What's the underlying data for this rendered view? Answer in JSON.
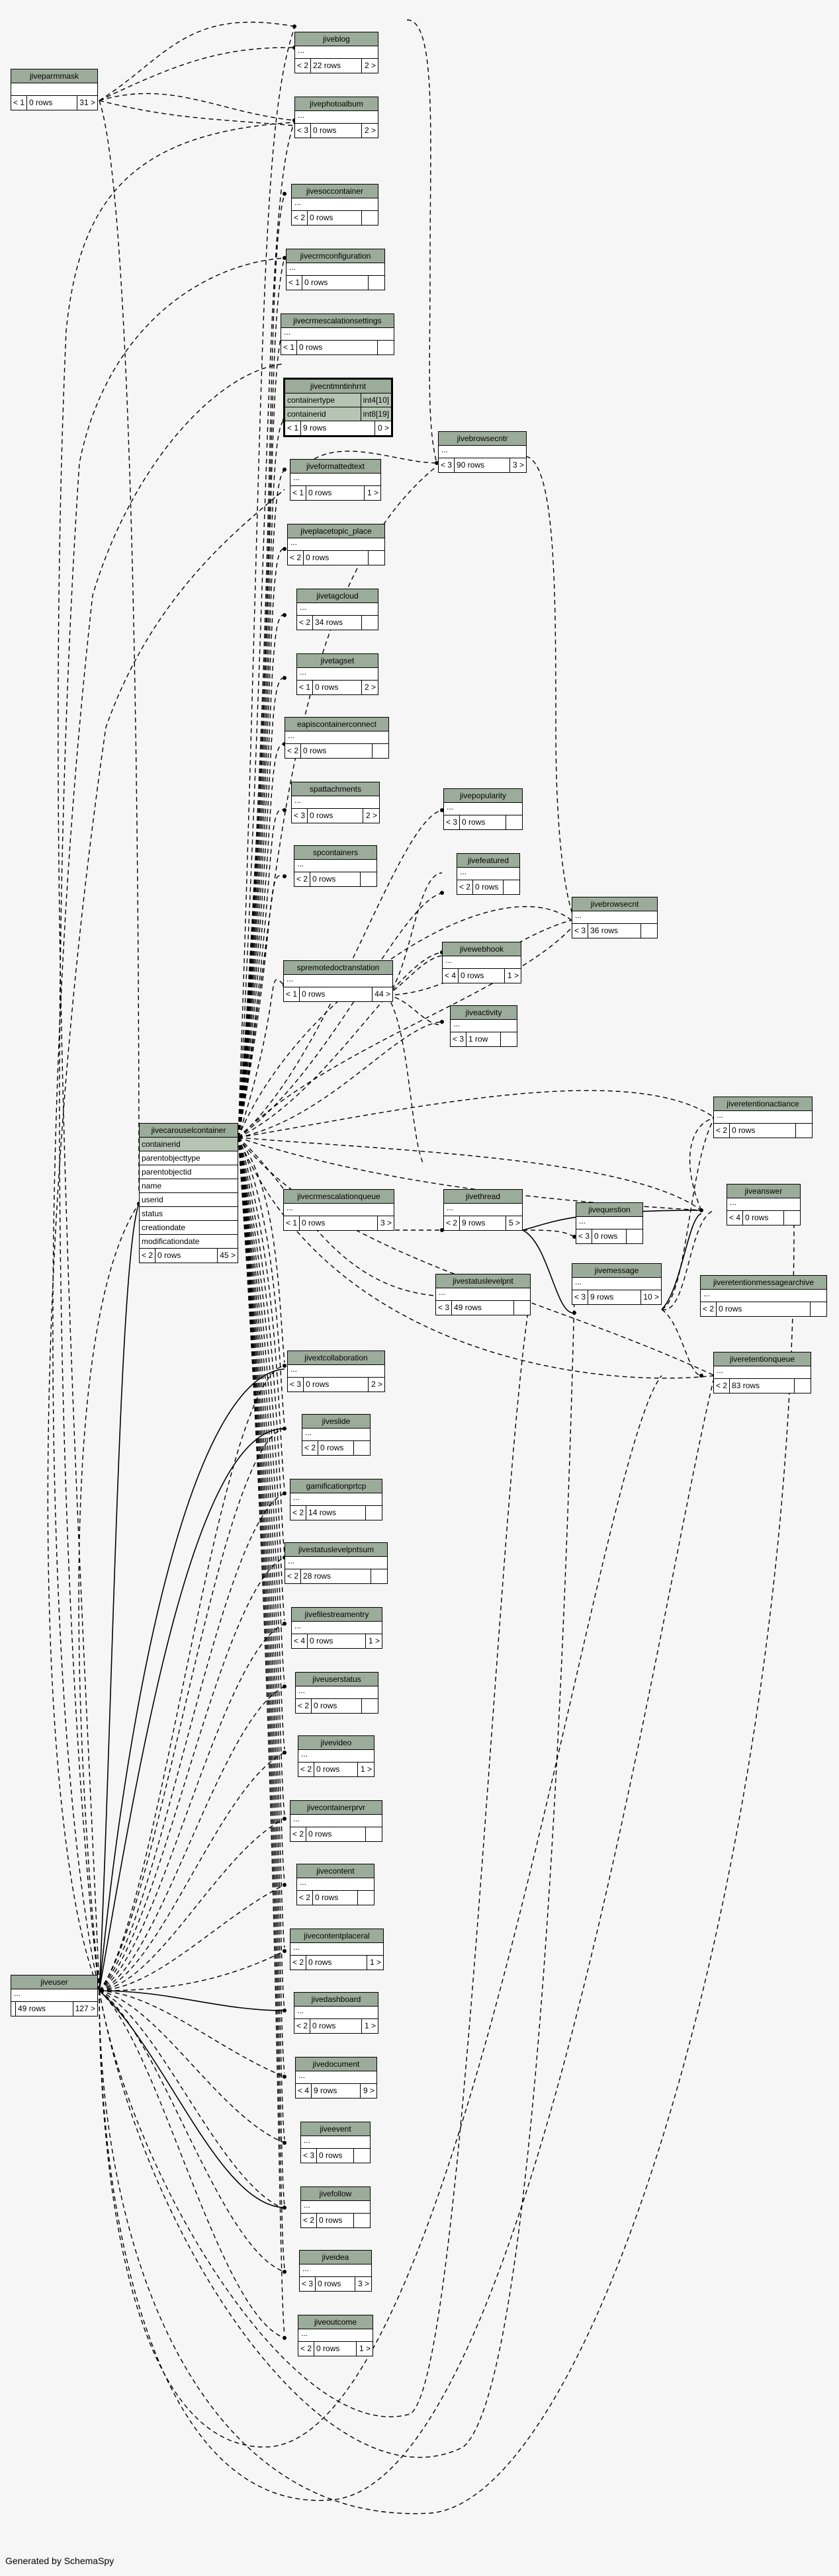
{
  "footer": "Generated by SchemaSpy",
  "tables": [
    {
      "name": "jiveparmmask",
      "parents": "< 1",
      "rows": "0 rows",
      "children": "31 >"
    },
    {
      "name": "jiveblog",
      "parents": "< 2",
      "rows": "22 rows",
      "children": "2 >"
    },
    {
      "name": "jivephotoalbum",
      "parents": "< 3",
      "rows": "0 rows",
      "children": "2 >"
    },
    {
      "name": "jivesoccontainer",
      "parents": "< 2",
      "rows": "0 rows",
      "children": ""
    },
    {
      "name": "jivecrmconfiguration",
      "parents": "< 1",
      "rows": "0 rows",
      "children": ""
    },
    {
      "name": "jivecrmescalationsettings",
      "parents": "< 1",
      "rows": "0 rows",
      "children": ""
    },
    {
      "name": "jivecntmntinhrnt",
      "parents": "< 1",
      "rows": "9 rows",
      "children": "0 >",
      "columns": [
        {
          "name": "containertype",
          "type": "int4[10]"
        },
        {
          "name": "containerid",
          "type": "int8[19]"
        }
      ]
    },
    {
      "name": "jivebrowsecntr",
      "parents": "< 3",
      "rows": "90 rows",
      "children": "3 >"
    },
    {
      "name": "jiveformattedtext",
      "parents": "< 1",
      "rows": "0 rows",
      "children": "1 >"
    },
    {
      "name": "jiveplacetopic_place",
      "parents": "< 2",
      "rows": "0 rows",
      "children": ""
    },
    {
      "name": "jivetagcloud",
      "parents": "< 2",
      "rows": "34 rows",
      "children": ""
    },
    {
      "name": "jivetagset",
      "parents": "< 1",
      "rows": "0 rows",
      "children": "2 >"
    },
    {
      "name": "eapiscontainerconnect",
      "parents": "< 2",
      "rows": "0 rows",
      "children": ""
    },
    {
      "name": "spattachments",
      "parents": "< 3",
      "rows": "0 rows",
      "children": "2 >"
    },
    {
      "name": "jivepopularity",
      "parents": "< 3",
      "rows": "0 rows",
      "children": ""
    },
    {
      "name": "spcontainers",
      "parents": "< 2",
      "rows": "0 rows",
      "children": ""
    },
    {
      "name": "jivefeatured",
      "parents": "< 2",
      "rows": "0 rows",
      "children": ""
    },
    {
      "name": "jivebrowsecnt",
      "parents": "< 3",
      "rows": "36 rows",
      "children": ""
    },
    {
      "name": "spremotedoctranslation",
      "parents": "< 1",
      "rows": "0 rows",
      "children": "44 >"
    },
    {
      "name": "jivewebhook",
      "parents": "< 4",
      "rows": "0 rows",
      "children": "1 >"
    },
    {
      "name": "jiveactivity",
      "parents": "< 3",
      "rows": "1 row",
      "children": ""
    },
    {
      "name": "jiveretentionactiance",
      "parents": "< 2",
      "rows": "0 rows",
      "children": ""
    },
    {
      "name": "jivecarouselcontainer",
      "parents": "< 2",
      "rows": "0 rows",
      "children": "45 >",
      "columns": [
        {
          "name": "containerid",
          "type": ""
        },
        {
          "name": "parentobjecttype",
          "type": ""
        },
        {
          "name": "parentobjectid",
          "type": ""
        },
        {
          "name": "name",
          "type": ""
        },
        {
          "name": "userid",
          "type": ""
        },
        {
          "name": "status",
          "type": ""
        },
        {
          "name": "creationdate",
          "type": ""
        },
        {
          "name": "modificationdate",
          "type": ""
        }
      ]
    },
    {
      "name": "jivecrmescalationqueue",
      "parents": "< 1",
      "rows": "0 rows",
      "children": "3 >"
    },
    {
      "name": "jivethread",
      "parents": "< 2",
      "rows": "9 rows",
      "children": "5 >"
    },
    {
      "name": "jivequestion",
      "parents": "< 3",
      "rows": "0 rows",
      "children": ""
    },
    {
      "name": "jiveanswer",
      "parents": "< 4",
      "rows": "0 rows",
      "children": ""
    },
    {
      "name": "jivemessage",
      "parents": "< 3",
      "rows": "9 rows",
      "children": "10 >"
    },
    {
      "name": "jivestatuslevelpnt",
      "parents": "< 3",
      "rows": "49 rows",
      "children": ""
    },
    {
      "name": "jiveretentionmessagearchive",
      "parents": "< 2",
      "rows": "0 rows",
      "children": ""
    },
    {
      "name": "jivextcollaboration",
      "parents": "< 3",
      "rows": "0 rows",
      "children": "2 >"
    },
    {
      "name": "jiveretentionqueue",
      "parents": "< 2",
      "rows": "83 rows",
      "children": ""
    },
    {
      "name": "jiveslide",
      "parents": "< 2",
      "rows": "0 rows",
      "children": ""
    },
    {
      "name": "gamificationprtcp",
      "parents": "< 2",
      "rows": "14 rows",
      "children": ""
    },
    {
      "name": "jivestatuslevelpntsum",
      "parents": "< 2",
      "rows": "28 rows",
      "children": ""
    },
    {
      "name": "jivefilestreamentry",
      "parents": "< 4",
      "rows": "0 rows",
      "children": "1 >"
    },
    {
      "name": "jiveuserstatus",
      "parents": "< 2",
      "rows": "0 rows",
      "children": ""
    },
    {
      "name": "jivevideo",
      "parents": "< 2",
      "rows": "0 rows",
      "children": "1 >"
    },
    {
      "name": "jivecontainerprvr",
      "parents": "< 2",
      "rows": "0 rows",
      "children": ""
    },
    {
      "name": "jivecontent",
      "parents": "< 2",
      "rows": "0 rows",
      "children": ""
    },
    {
      "name": "jivecontentplaceral",
      "parents": "< 2",
      "rows": "0 rows",
      "children": "1 >"
    },
    {
      "name": "jiveuser",
      "parents": "",
      "rows": "49 rows",
      "children": "127 >"
    },
    {
      "name": "jivedashboard",
      "parents": "< 2",
      "rows": "0 rows",
      "children": "1 >"
    },
    {
      "name": "jivedocument",
      "parents": "< 4",
      "rows": "9 rows",
      "children": "9 >"
    },
    {
      "name": "jiveevent",
      "parents": "< 3",
      "rows": "0 rows",
      "children": ""
    },
    {
      "name": "jivefollow",
      "parents": "< 2",
      "rows": "0 rows",
      "children": ""
    },
    {
      "name": "jiveidea",
      "parents": "< 3",
      "rows": "0 rows",
      "children": "3 >"
    },
    {
      "name": "jiveoutcome",
      "parents": "< 2",
      "rows": "0 rows",
      "children": "1 >"
    }
  ]
}
